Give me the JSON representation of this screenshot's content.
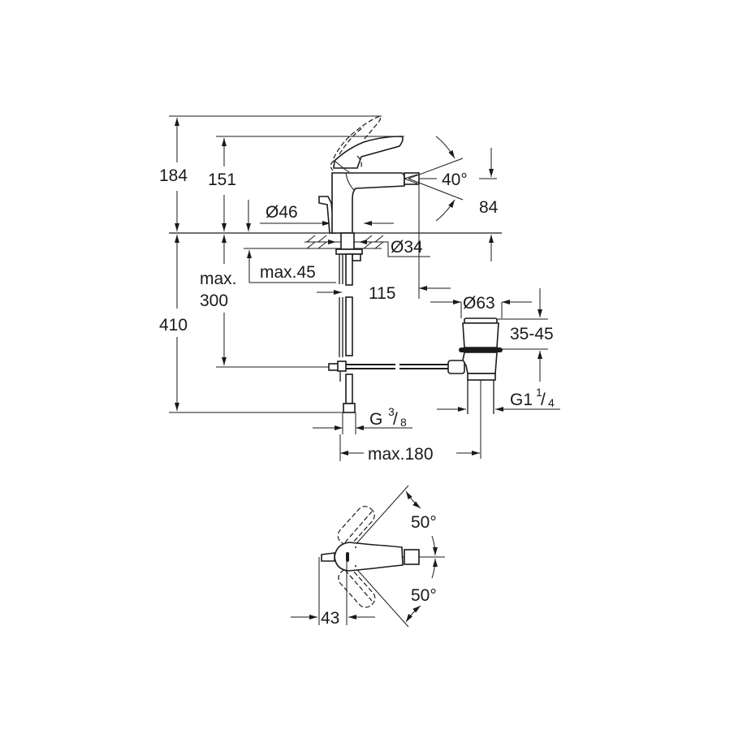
{
  "drawing": {
    "subject": "bidet mixer tap technical dimension drawing",
    "line_color": "#1a1a1a",
    "background": "#ffffff"
  },
  "side_view": {
    "dims": {
      "total_height": "184",
      "spout_height": "151",
      "base_diameter": "Ø46",
      "spout_angle": "40°",
      "spout_outlet_height": "84",
      "hole_diameter": "Ø34",
      "max_thickness": "max.45",
      "max_depth_label_1": "max.",
      "max_depth_label_2": "300",
      "projection": "115",
      "below_deck": "410",
      "waste_diameter": "Ø63",
      "waste_range": "35-45",
      "waste_thread_main": "G1",
      "waste_thread_num": "1",
      "waste_thread_den": "4",
      "supply_thread_main": "G",
      "supply_thread_num": "3",
      "supply_thread_den": "8",
      "max_distance": "max.180"
    }
  },
  "top_view": {
    "dims": {
      "rotation_up": "50°",
      "rotation_down": "50°",
      "lever_offset": "43"
    }
  }
}
